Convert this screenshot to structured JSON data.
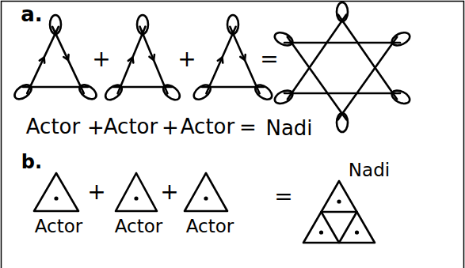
{
  "diagram": {
    "nodes": [
      {
        "text": [
          "Actor"
        ]
      },
      {
        "text": [
          "Actor"
        ]
      },
      {
        "text": [
          "Actor"
        ]
      },
      {
        "text": [
          "Nadi"
        ]
      },
      {
        "text": [
          "Actor"
        ]
      },
      {
        "text": [
          "Actor"
        ]
      },
      {
        "text": [
          "Actor"
        ]
      },
      {
        "text": [
          "Nadi"
        ]
      }
    ],
    "labels": [
      "a.",
      "+",
      "+",
      "=",
      "+",
      "+",
      "=",
      "b.",
      "+",
      "+",
      "="
    ]
  }
}
